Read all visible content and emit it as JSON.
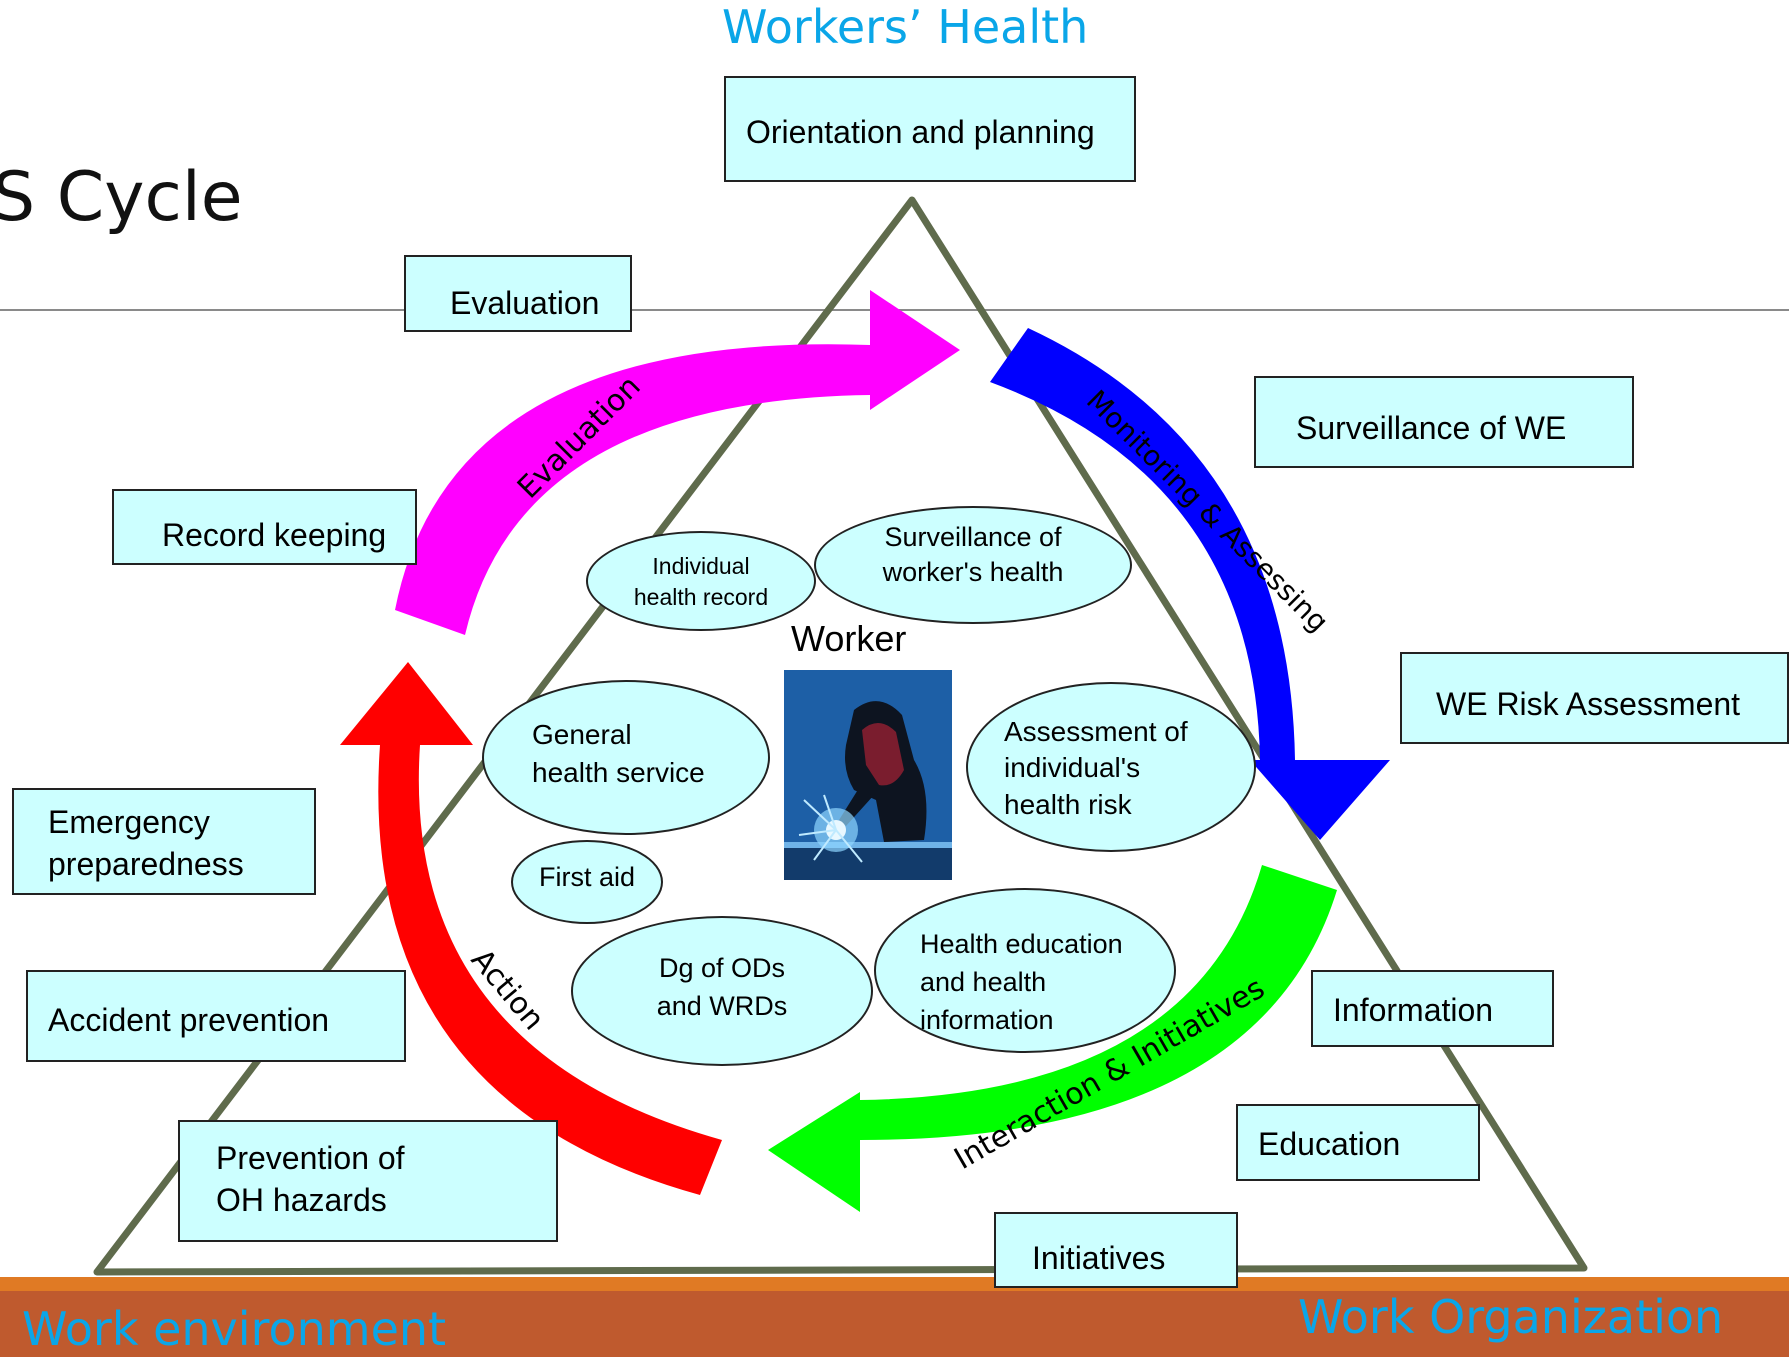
{
  "slide": {
    "title_fragment": "S Cycle"
  },
  "corners": {
    "top": "Workers’ Health",
    "bottom_left": "Work environment",
    "bottom_right": "Work Organization"
  },
  "outer_boxes": {
    "orientation": "Orientation and planning",
    "evaluation": "Evaluation",
    "record_keeping": "Record keeping",
    "surveillance_we": "Surveillance of WE",
    "we_risk": "WE Risk Assessment",
    "emergency_1": "Emergency",
    "emergency_2": "preparedness",
    "accident": "Accident prevention",
    "prevention_1": "Prevention of",
    "prevention_2": "OH hazards",
    "information": "Information",
    "education": "Education",
    "initiatives": "Initiatives"
  },
  "arrows": {
    "evaluation": "Evaluation",
    "monitoring": "Monitoring & Assessing",
    "interaction": "Interaction & Initiatives",
    "action": "Action"
  },
  "center": {
    "worker": "Worker",
    "individual_record_1": "Individual",
    "individual_record_2": "health record",
    "surveillance_health_1": "Surveillance of",
    "surveillance_health_2": "worker's health",
    "general_health_1": "General",
    "general_health_2": "health service",
    "assessment_1": "Assessment of",
    "assessment_2": "individual's",
    "assessment_3": "health risk",
    "first_aid": "First aid",
    "dg_1": "Dg of ODs",
    "dg_2": "and WRDs",
    "health_edu_1": "Health education",
    "health_edu_2": "and health",
    "health_edu_3": "information"
  },
  "colors": {
    "evaluation_arrow": "#ff00ff",
    "monitoring_arrow": "#0000ff",
    "interaction_arrow": "#00ff00",
    "action_arrow": "#ff0000",
    "box_fill": "#ccffff",
    "corner_text": "#0aa6e8",
    "footer": "#bf5a2e",
    "triangle": "#5f6b4c"
  }
}
